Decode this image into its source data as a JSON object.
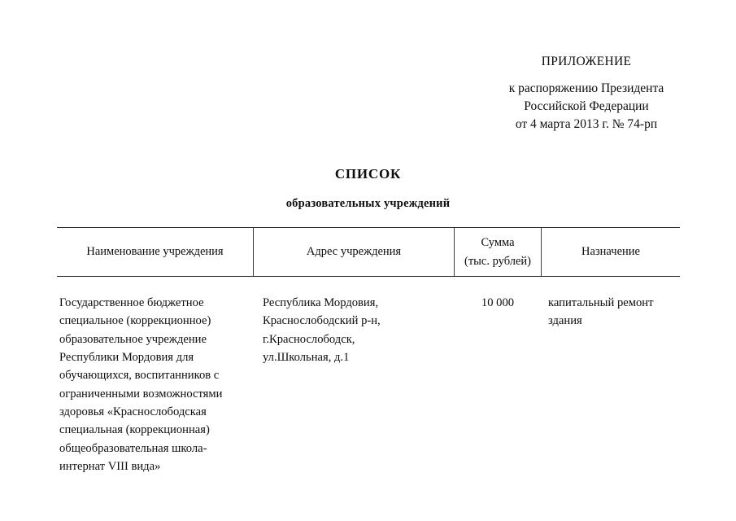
{
  "document": {
    "header": {
      "appendix_word": "ПРИЛОЖЕНИЕ",
      "ref_line_1": "к распоряжению Президента",
      "ref_line_2": "Российской Федерации",
      "ref_line_3": "от 4 марта 2013 г. № 74-рп"
    },
    "title": {
      "main": "СПИСОК",
      "subtitle": "образовательных учреждений"
    },
    "table": {
      "columns": [
        {
          "header": "Наименование учреждения",
          "header_line_2": ""
        },
        {
          "header": "Адрес учреждения",
          "header_line_2": ""
        },
        {
          "header": "Сумма",
          "header_line_2": "(тыс. рублей)"
        },
        {
          "header": "Назначение",
          "header_line_2": ""
        }
      ],
      "rows": [
        {
          "name": "Государственное бюджетное\nспециальное (коррекционное)\nобразовательное учреждение\nРеспублики Мордовия для\nобучающихся, воспитанников с\nограниченными возможностями\nздоровья  «Краснослободская\nспециальная (коррекционная)\nобщеобразовательная школа-\nинтернат VIII вида»",
          "address": "Республика Мордовия,\nКраснослободский р-н,\nг.Краснослободск,\nул.Школьная, д.1",
          "amount": "10 000",
          "purpose": "капитальный ремонт\nздания"
        }
      ]
    }
  },
  "colors": {
    "page_background": "#ffffff",
    "text": "#0d0d0d",
    "rule": "#2a2a2a"
  }
}
